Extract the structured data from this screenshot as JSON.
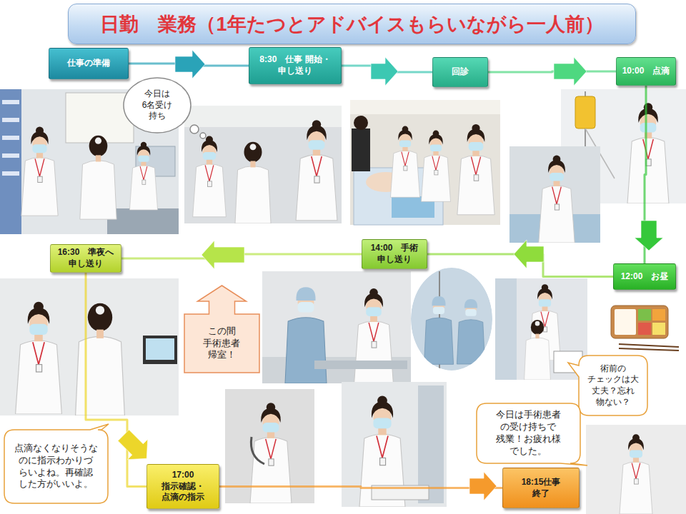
{
  "diagram": {
    "title": "日勤　業務（1年たつとアドバイスもらいながら一人前）",
    "nodes": [
      {
        "text": [
          "仕事の準備"
        ]
      },
      {
        "text": [
          "8:30　仕事 開始・申し送り"
        ]
      },
      {
        "text": [
          "今日は 6名受け 持ち"
        ]
      },
      {
        "text": [
          "回診"
        ]
      },
      {
        "text": [
          "10:00　点滴"
        ]
      },
      {
        "text": [
          "12:00　お昼"
        ]
      },
      {
        "text": [
          "術前の チェックは大 丈夫？忘れ 物ない？"
        ]
      },
      {
        "text": [
          "14:00　手術 申し送り"
        ]
      },
      {
        "text": [
          "この間 手術患者 帰室！"
        ]
      },
      {
        "text": [
          "16:30　準夜へ 申し送り"
        ]
      },
      {
        "text": [
          "点滴なくなりそうな のに指示わかりづ らいよね。再確認 した方がいいよ。"
        ]
      },
      {
        "text": [
          "17:00 指示確認・ 点滴の指示"
        ]
      },
      {
        "text": [
          "今日は手術患者 の受け持ちで 残業！お疲れ様 でした。"
        ]
      },
      {
        "text": [
          "18:15仕事 終了"
        ]
      }
    ],
    "edges": [
      {
        "from": 0,
        "to": 1,
        "arrow": "to"
      },
      {
        "from": 1,
        "to": 3,
        "arrow": "to"
      },
      {
        "from": 3,
        "to": 4,
        "arrow": "to"
      },
      {
        "from": 4,
        "to": 5,
        "arrow": "to"
      },
      {
        "from": 5,
        "to": 7,
        "arrow": "to"
      },
      {
        "from": 7,
        "to": 9,
        "arrow": "to"
      },
      {
        "from": 9,
        "to": 11,
        "arrow": "to"
      },
      {
        "from": 11,
        "to": 13,
        "arrow": "to"
      }
    ]
  }
}
